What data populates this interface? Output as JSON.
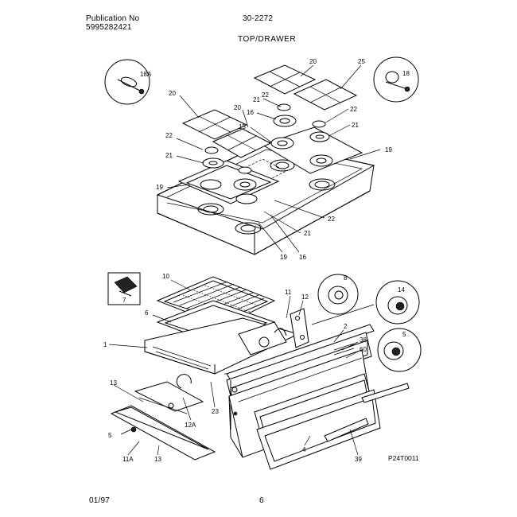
{
  "header": {
    "publication_label": "Publication No",
    "publication_number": "5995282421",
    "model": "30-2272",
    "section_title": "TOP/DRAWER"
  },
  "footer": {
    "date": "01/97",
    "page": "6"
  },
  "figure_code": "P24T0011",
  "callouts": {
    "c18a": "18A",
    "c18": "18",
    "c20a": "20",
    "c20b": "20",
    "c20c": "20",
    "c25": "25",
    "c22a": "22",
    "c22b": "22",
    "c22c": "22",
    "c22d": "22",
    "c21a": "21",
    "c21b": "21",
    "c21c": "21",
    "c21d": "21",
    "c16a": "16",
    "c16b": "16",
    "c19a": "19",
    "c19b": "19",
    "c19c": "19",
    "c15": "15",
    "c7": "7",
    "c10": "10",
    "c6": "6",
    "c1": "1",
    "c11": "11",
    "c12": "12",
    "c8": "8",
    "c14": "14",
    "c2": "2",
    "c38": "38",
    "c60": "60",
    "c5": "5",
    "c13a": "13",
    "c13b": "13",
    "c12a": "12A",
    "c23": "23",
    "c5b": "5",
    "c11a": "11A",
    "c4": "4",
    "c39": "39"
  }
}
